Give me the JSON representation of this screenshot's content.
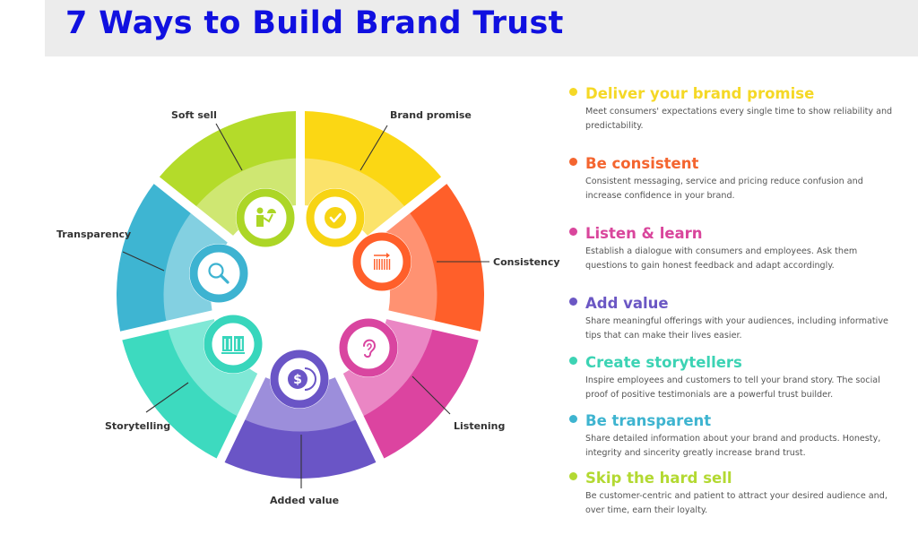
{
  "header": {
    "title": "7 Ways to Build Brand Trust"
  },
  "wheel": {
    "segments": [
      {
        "label": "Brand promise",
        "icon": "checkmark-icon",
        "dark": "#fbd714",
        "light": "#fbe36a",
        "ring": "#f7d414"
      },
      {
        "label": "Consistency",
        "icon": "barcode-arrow-icon",
        "dark": "#ff5f2a",
        "light": "#ff9272",
        "ring": "#ff5f2a"
      },
      {
        "label": "Listening",
        "icon": "ear-icon",
        "dark": "#dc44a0",
        "light": "#ea86c4",
        "ring": "#d945a0"
      },
      {
        "label": "Added value",
        "icon": "dollar-coin-icon",
        "dark": "#6a55c6",
        "light": "#9c8edb",
        "ring": "#6a55c6"
      },
      {
        "label": "Storytelling",
        "icon": "open-book-icon",
        "dark": "#3ddabf",
        "light": "#80e8d6",
        "ring": "#38d6bc"
      },
      {
        "label": "Transparency",
        "icon": "magnifier-icon",
        "dark": "#3eb5d2",
        "light": "#83d0e1",
        "ring": "#3db3d1"
      },
      {
        "label": "Soft sell",
        "icon": "person-serving-icon",
        "dark": "#b4db2a",
        "light": "#cfe772",
        "ring": "#acd626"
      }
    ]
  },
  "points": [
    {
      "title": "Deliver your brand promise",
      "color": "#f5d826",
      "description": "Meet consumers' expectations every single time to show reliability and predictability."
    },
    {
      "title": "Be consistent",
      "color": "#f4652f",
      "description": "Consistent messaging, service and pricing reduce confusion and increase confidence in your brand."
    },
    {
      "title": "Listen & learn",
      "color": "#d9469c",
      "description": "Establish a dialogue with consumers and employees. Ask them questions to gain honest feedback and adapt accordingly."
    },
    {
      "title": "Add value",
      "color": "#6b57c4",
      "description": "Share meaningful offerings with your audiences, including informative tips that can make their lives easier."
    },
    {
      "title": "Create storytellers",
      "color": "#3cd3b4",
      "description": "Inspire employees and customers to tell your brand story. The social proof of positive testimonials are a powerful trust builder."
    },
    {
      "title": "Be transparent",
      "color": "#3eb4d0",
      "description": "Share detailed information about your brand and products. Honesty, integrity and sincerity greatly increase brand trust."
    },
    {
      "title": "Skip the hard sell",
      "color": "#b3d932",
      "description": "Be customer-centric and patient to attract your desired audience and, over time, earn their loyalty."
    }
  ]
}
